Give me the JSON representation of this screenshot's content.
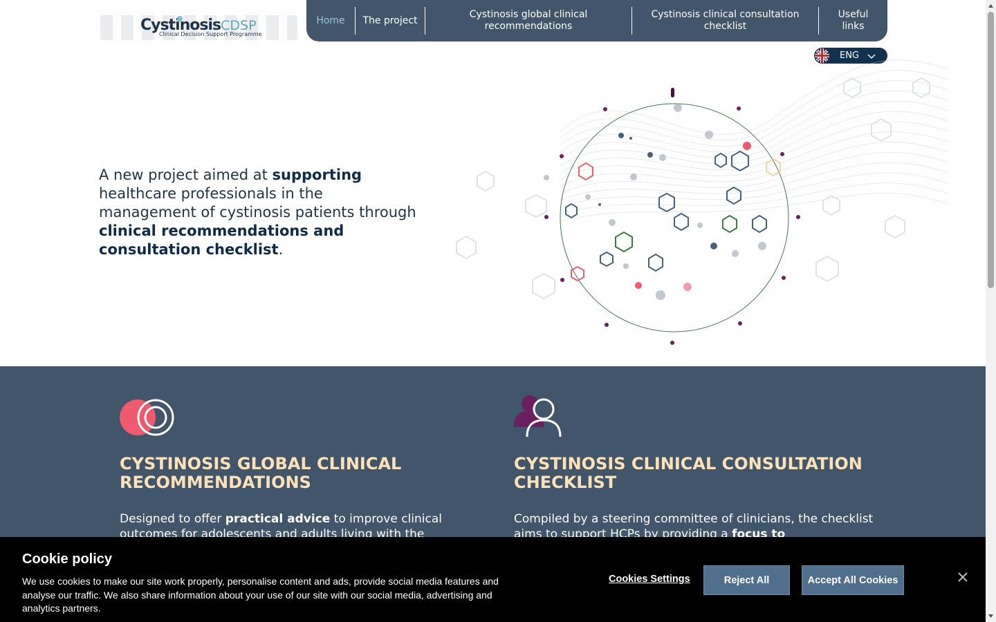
{
  "header": {
    "logo": {
      "name": "Cystinosis",
      "suffix": "CDSP",
      "tagline": "Clinical Decision Support Programme"
    },
    "nav": [
      {
        "label": "Home",
        "active": true
      },
      {
        "label": "The project",
        "active": false
      },
      {
        "label": "Cystinosis global clinical recommendations",
        "active": false
      },
      {
        "label": "Cystinosis clinical consultation checklist",
        "active": false
      },
      {
        "label": "Useful links",
        "active": false
      }
    ],
    "language": {
      "flag_icon": "uk-flag-icon",
      "label": "ENG",
      "chevron_icon": "chevron-down-icon"
    }
  },
  "hero": {
    "t1": "A new project aimed at ",
    "t2": "supporting",
    "t3": " healthcare professionals in the management of cystinosis patients through ",
    "t4": "clinical recommendations and consultation checklist",
    "t5": "."
  },
  "cards": [
    {
      "icon": "rings-icon",
      "title": "Cystinosis global clinical recommendations",
      "b1": "Designed to offer ",
      "b2": "practical advice",
      "b3": " to improve clinical outcomes for adolescents and adults living with the"
    },
    {
      "icon": "users-icon",
      "title": "Cystinosis clinical consultation checklist",
      "b1": "Compiled by a steering committee of clinicians, the checklist aims to support HCPs by providing a ",
      "b2": "focus to",
      "b3": ""
    }
  ],
  "cookie_banner": {
    "title": "Cookie policy",
    "text": "We use cookies to make our site work properly, personalise content and ads, provide social media features and analyse our traffic. We also share information about your use of our site with our social media, advertising and analytics partners.",
    "settings_label": "Cookies Settings",
    "reject_label": "Reject All",
    "accept_label": "Accept All Cookies",
    "close_icon": "close-icon"
  },
  "colors": {
    "nav_bg": "#41566a",
    "section_bg": "#41566a",
    "card_title": "#ffe1b8",
    "dark_navy": "#12314f",
    "cookie_button": "#4f6f8c",
    "accent_red": "#ef5a6f",
    "accent_purple": "#6b1f5e"
  }
}
